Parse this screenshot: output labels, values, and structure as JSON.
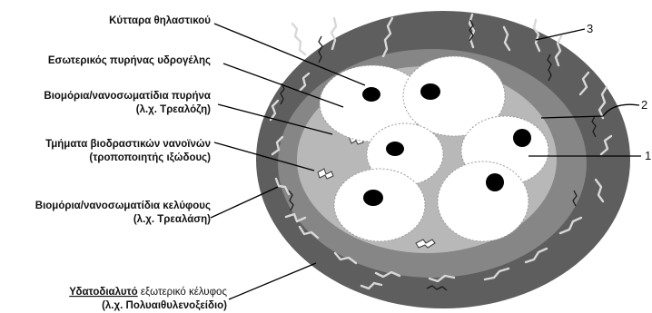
{
  "labels": {
    "cells": "Κύτταρα θηλαστικού",
    "inner_core": "Εσωτερικός πυρήνας υδρογέλης",
    "core_bio_line1": "Βιομόρια/νανοσωματίδια πυρήνα",
    "core_bio_line2": "(λ.χ. Τρεαλόζη)",
    "segments_line1": "Τμήματα βιοδραστικών νανοϊνών",
    "segments_line2": "(τροποποιητής ιξώδους)",
    "shell_bio_line1": "Βιομόρια/νανοσωματίδια κελύφους",
    "shell_bio_line2": "(λ.χ. Τρεαλάση)",
    "outer_shell_underlined": "Υδατοδιαλυτό",
    "outer_shell_rest": " εξωτερικό κέλυφος",
    "outer_shell_line2": "(λ.χ. Πολυαιθυλενοξείδιο)"
  },
  "numbers": {
    "n1": "1",
    "n2": "2",
    "n3": "3"
  },
  "colors": {
    "outer_shell": "#5e5e5e",
    "middle_layer": "#868686",
    "inner_core": "#b8b8b8",
    "cells": "#ffffff",
    "nuclei": "#000000"
  }
}
